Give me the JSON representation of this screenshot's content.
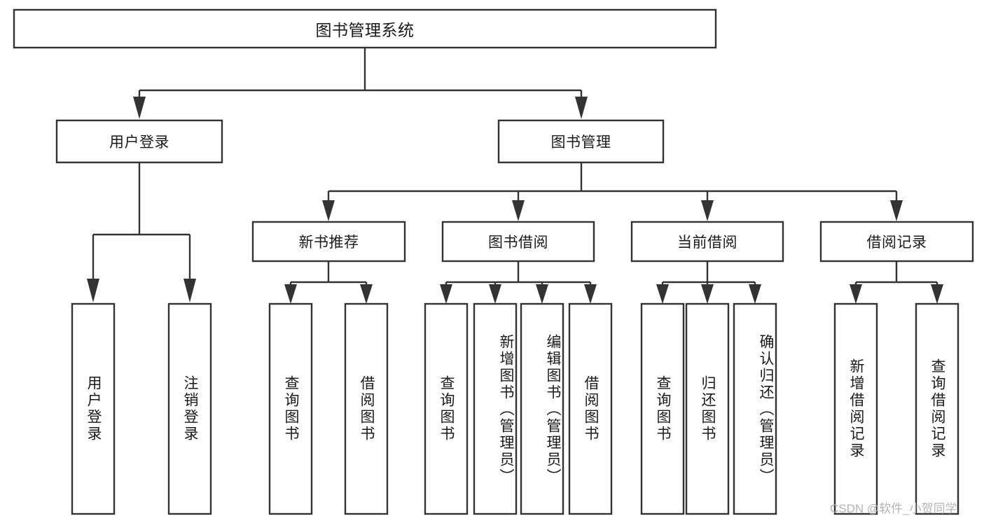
{
  "diagram": {
    "type": "hierarchy-tree",
    "title": "图书管理系统",
    "watermark": "CSDN @软件_小贺同学",
    "colors": {
      "box_stroke": "#333333",
      "box_fill": "#ffffff",
      "text": "#1a1a1a",
      "background": "#ffffff",
      "watermark": "#b4b4b4"
    },
    "levels": {
      "root": "图书管理系统",
      "level2": [
        "用户登录",
        "图书管理"
      ],
      "level3": [
        "新书推荐",
        "图书借阅",
        "当前借阅",
        "借阅记录"
      ]
    },
    "nodes": {
      "root": {
        "label": "图书管理系统"
      },
      "user_login": {
        "label": "用户登录"
      },
      "book_manage": {
        "label": "图书管理"
      },
      "new_book_rec": {
        "label": "新书推荐"
      },
      "book_borrow": {
        "label": "图书借阅"
      },
      "current_borrow": {
        "label": "当前借阅"
      },
      "borrow_record": {
        "label": "借阅记录"
      },
      "leaf_user_login": {
        "label": "用户登录"
      },
      "leaf_logout": {
        "label": "注销登录"
      },
      "leaf_query_book_1": {
        "label": "查询图书"
      },
      "leaf_borrow_book_1": {
        "label": "借阅图书"
      },
      "leaf_query_book_2": {
        "label": "查询图书"
      },
      "leaf_add_book": {
        "label": "新增图书（管理员）"
      },
      "leaf_edit_book": {
        "label": "编辑图书（管理员）"
      },
      "leaf_borrow_book_2": {
        "label": "借阅图书"
      },
      "leaf_query_book_3": {
        "label": "查询图书"
      },
      "leaf_return_book": {
        "label": "归还图书"
      },
      "leaf_confirm_return": {
        "label": "确认归还（管理员）"
      },
      "leaf_add_record": {
        "label": "新增借阅记录"
      },
      "leaf_query_record": {
        "label": "查询借阅记录"
      }
    }
  }
}
